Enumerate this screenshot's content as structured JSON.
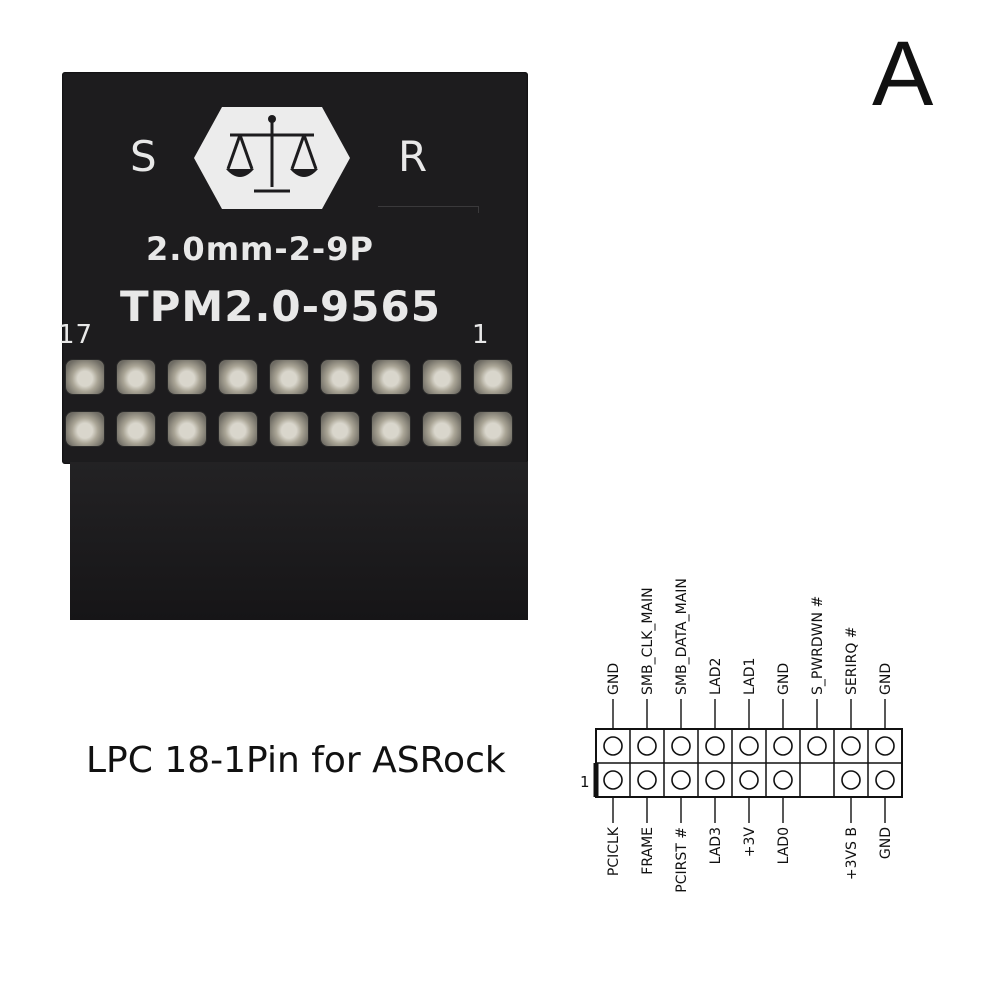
{
  "corner_letter": "A",
  "board": {
    "silk_s": "S",
    "silk_r": "R",
    "line1": "2.0mm-2-9P",
    "line2": "TPM2.0-9565",
    "pin_label_left": "17",
    "pin_label_right": "1",
    "logo": "scales-icon"
  },
  "title": "LPC 18-1Pin for ASRock",
  "pinout": {
    "pin1_marker": "1",
    "top_labels": [
      "GND",
      "SMB_CLK_MAIN",
      "SMB_DATA_MAIN",
      "LAD2",
      "LAD1",
      "GND",
      "S_PWRDWN #",
      "SERIRQ #",
      "GND"
    ],
    "bottom_labels": [
      "PCICLK",
      "FRAME",
      "PCIRST #",
      "LAD3",
      "+3V",
      "LAD0",
      "",
      "+3VS B",
      "GND"
    ],
    "bottom_pin_present": [
      true,
      true,
      true,
      true,
      true,
      true,
      false,
      true,
      true
    ]
  }
}
